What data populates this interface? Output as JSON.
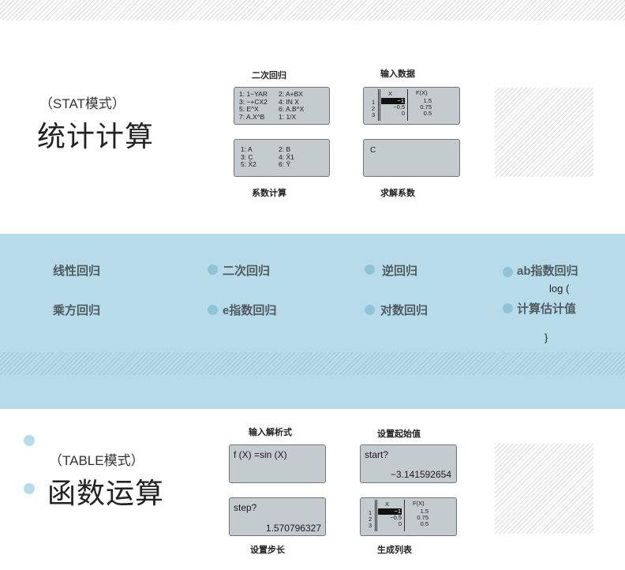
{
  "stat": {
    "mode_label": "（STAT模式）",
    "title": "统计计算",
    "screens": {
      "regression": {
        "caption": "二次回归",
        "rows": [
          [
            "1: 1−YAR",
            "2: A+BX"
          ],
          [
            "3: −+CX2",
            "4: IN X"
          ],
          [
            "5: E^X",
            "6: A.B^X"
          ],
          [
            "7: A.X^B",
            "1: 1/X"
          ]
        ]
      },
      "input": {
        "caption": "输入数据",
        "col_x": "X",
        "col_fx": "F(X)",
        "row_numbers": [
          "1",
          "2",
          "3"
        ],
        "x_values": [
          "−1",
          "−0.5",
          "0"
        ],
        "fx_values": [
          "1.5",
          "0.75",
          "0.5"
        ]
      },
      "coef": {
        "caption": "系数计算",
        "rows": [
          [
            "1: A",
            "2: B"
          ],
          [
            "3: C",
            "4: X̂1"
          ],
          [
            "5: X̂2",
            "6: Ŷ"
          ]
        ]
      },
      "solve": {
        "caption": "求解系数",
        "text": "C"
      }
    }
  },
  "band": {
    "options": [
      {
        "label": "线性回归"
      },
      {
        "label": "二次回归"
      },
      {
        "label": "逆回归"
      },
      {
        "label": "ab指数回归"
      },
      {
        "label": "乘方回归"
      },
      {
        "label": "e指数回归"
      },
      {
        "label": "对数回归"
      },
      {
        "label": "计算估计值"
      }
    ],
    "log_text": "log (",
    "brace_text": "}"
  },
  "table": {
    "mode_label": "（TABLE模式）",
    "title": "函数运算",
    "screens": {
      "expr": {
        "caption": "输入解析式",
        "text": "f (X) =sin (X)"
      },
      "start": {
        "caption": "设置起始值",
        "prompt": "start?",
        "value": "−3.141592654"
      },
      "step": {
        "caption": "设置步长",
        "prompt": "step?",
        "value": "1.570796327"
      },
      "list": {
        "caption": "生成列表",
        "col_x": "X",
        "col_fx": "F(X)",
        "row_numbers": [
          "1",
          "2",
          "3"
        ],
        "x_values": [
          "−1",
          "−0.5",
          "0"
        ],
        "fx_values": [
          "1.5",
          "0.75",
          "0.5"
        ]
      }
    }
  }
}
